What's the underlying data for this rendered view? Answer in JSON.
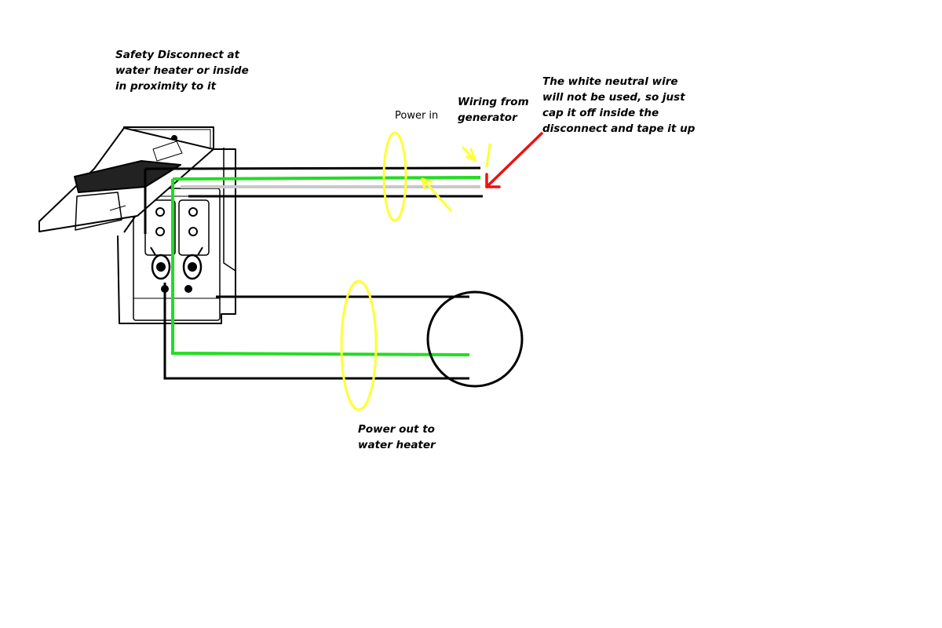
{
  "labels": {
    "disconnect": [
      "Safety Disconnect at",
      "water heater or inside",
      "in proximity to it"
    ],
    "power_in": "Power in",
    "wiring_from": [
      "Wiring from",
      "generator"
    ],
    "neutral_note": [
      "The white neutral wire",
      "will not be used, so just",
      "cap it off inside the",
      "disconnect and tape it up"
    ],
    "power_out": [
      "Power out to",
      "water heater"
    ]
  },
  "colors": {
    "hot_wire": "#000000",
    "ground_wire": "#22dd22",
    "neutral_wire": "#c8c8c8",
    "highlight": "#ffff33",
    "pointer": "#ee1111"
  }
}
